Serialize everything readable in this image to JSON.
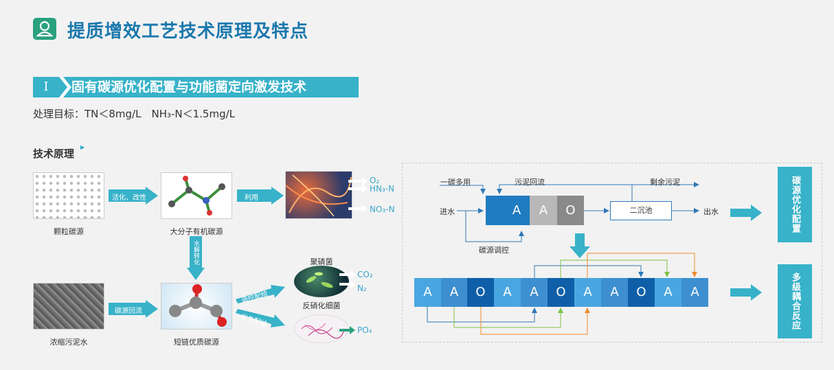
{
  "header": {
    "title": "提质增效工艺技术原理及特点"
  },
  "section": {
    "number": "I",
    "title": "固有碳源优化配置与功能菌定向激发技术"
  },
  "goal": {
    "text": "处理目标：TN＜8mg/L　NH₃-N＜1.5mg/L"
  },
  "principle": {
    "label": "技术原理"
  },
  "left_diagram": {
    "captions": {
      "granular": "颗粒碳源",
      "macromolecule": "大分子有机碳源",
      "sludge": "浓缩污泥水",
      "short_chain": "短链优质碳源",
      "pao": "聚磷菌",
      "denitrifier": "反硝化细菌"
    },
    "arrows": {
      "activation": "活化、改性",
      "utilize": "利用",
      "hydrolysis": "水解转化",
      "recycle": "碳源回流",
      "regulate": "调控配给",
      "priority": "优先配给"
    },
    "chem": {
      "o2": "O₂",
      "hn3n": "HN₃-N",
      "no3n": "NO₃-N",
      "co2": "CO₂",
      "n2": "N₂",
      "po4": "PO₄"
    }
  },
  "right_diagram": {
    "labels": {
      "one_carbon": "一碳多用",
      "sludge_return": "污泥回流",
      "residual_sludge": "剩余污泥",
      "inflow": "进水",
      "clarifier": "二沉池",
      "outflow": "出水",
      "carbon_control": "碳源调控"
    },
    "top_cells": [
      "",
      "A",
      "A",
      "O"
    ],
    "bottom_cells": [
      "A",
      "A",
      "O",
      "A",
      "A",
      "O",
      "A",
      "A",
      "O",
      "A",
      "A"
    ],
    "side_boxes": {
      "top": "碳源优化配置",
      "bottom": "多级耦合反应"
    }
  },
  "colors": {
    "title": "#1a78ad",
    "teal": "#37b2c9",
    "green_icon": "#2aa17e",
    "orange": "#f08a2c",
    "green_line": "#7cc243",
    "blue_line": "#2e78b7"
  }
}
